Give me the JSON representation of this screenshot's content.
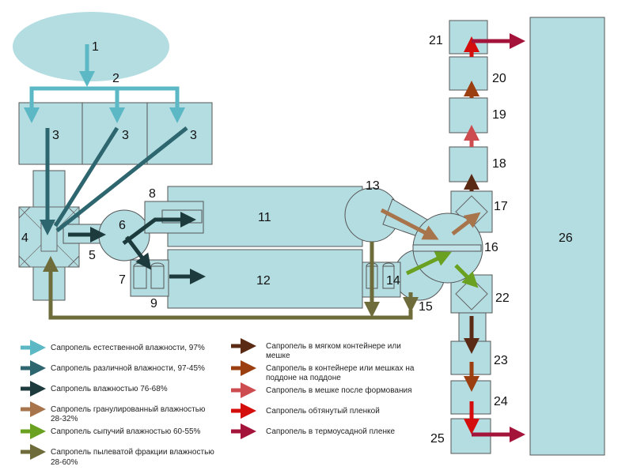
{
  "labels": {
    "n1": "1",
    "n2": "2",
    "n3a": "3",
    "n3b": "3",
    "n3c": "3",
    "n4": "4",
    "n5": "5",
    "n6": "6",
    "n7": "7",
    "n8": "8",
    "n9": "9",
    "n11": "11",
    "n12": "12",
    "n13": "13",
    "n14": "14",
    "n15": "15",
    "n16": "16",
    "n17": "17",
    "n18": "18",
    "n19": "19",
    "n20": "20",
    "n21": "21",
    "n22": "22",
    "n23": "23",
    "n24": "24",
    "n25": "25",
    "n26": "26"
  },
  "legend": [
    {
      "text": "Сапропель естественной влажности, 97%",
      "color": "#5bb8c4"
    },
    {
      "text": "Сапропель различной влажности, 97-45%",
      "color": "#2e6670"
    },
    {
      "text": "Сапропель влажностью 76-68%",
      "color": "#1d3b3d"
    },
    {
      "text": "Сапропель гранулированный влажностью",
      "text2": "28-32%",
      "color": "#a8744c"
    },
    {
      "text": "Сапропель сыпучий влажностью 60-55%",
      "color": "#6aa120"
    },
    {
      "text": "Сапропель пылеватой фракции влажностью",
      "text2": "28-60%",
      "color": "#6e6c3a"
    },
    {
      "text": "Сапропель в мягком контейнере или",
      "text2": "мешке",
      "color": "#5a2a14"
    },
    {
      "text": "Сапропель в контейнере или мешках на",
      "text2": "поддоне на поддоне",
      "color": "#9c3f10"
    },
    {
      "text": "Сапропель в мешке после формования",
      "color": "#cc4c50"
    },
    {
      "text": "Сапропель обтянутый пленкой",
      "color": "#d40d0d"
    },
    {
      "text": "Сапропель в термоусадной пленке",
      "color": "#a3133a"
    }
  ]
}
